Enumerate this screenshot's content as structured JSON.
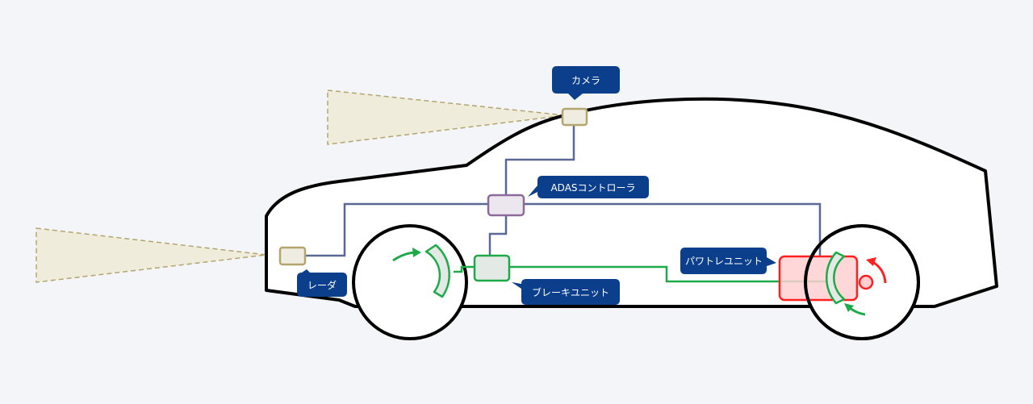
{
  "diagram": {
    "title": "ADAS vehicle system overview",
    "colors": {
      "background": "#f3f5f9",
      "car_body_fill": "#ffffff",
      "car_outline": "#000000",
      "label_bg": "#0b3f8c",
      "label_text": "#ffffff",
      "sensor_border": "#b4a56e",
      "sensor_fill": "#efede1",
      "sensor_fov_fill": "#efecdc",
      "controller_border": "#8c6a9a",
      "controller_fill": "#ece6ee",
      "signal_line": "#5b6996",
      "brake_line": "#1faa4a",
      "brake_fill": "#e3e9e4",
      "powertrain_border": "#ff2020",
      "powertrain_fill": "#ffd0d2"
    },
    "components": {
      "camera": {
        "label": "カメラ"
      },
      "adas_controller": {
        "label": "ADASコントローラ"
      },
      "radar": {
        "label": "レーダ"
      },
      "brake_unit": {
        "label": "ブレーキユニット"
      },
      "powertrain_unit": {
        "label": "パワトレユニット"
      }
    },
    "elements": [
      "car-body-outline",
      "front-wheel",
      "rear-wheel",
      "camera-field-of-view",
      "radar-field-of-view",
      "front-brake-caliper",
      "rear-brake-caliper",
      "front-wheel-rotation-arrow",
      "rear-wheel-brake-arrow",
      "rear-wheel-drive-arrow"
    ]
  }
}
